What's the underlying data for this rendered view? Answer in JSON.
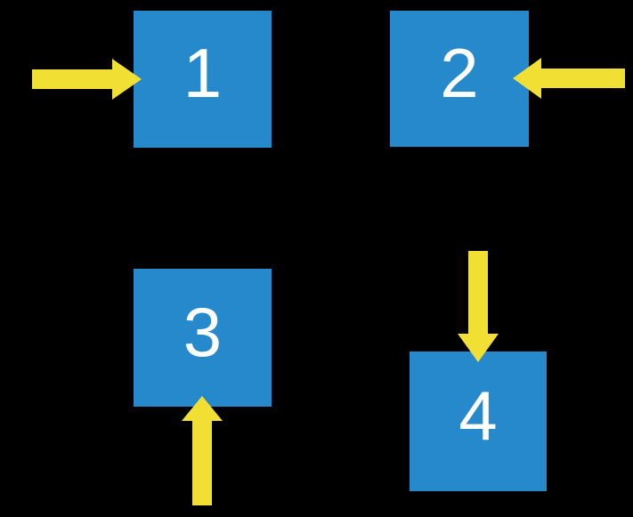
{
  "background": "#000000",
  "colors": {
    "box": "#2589CB",
    "arrow": "#F2DF33",
    "label": "#FFFFFF"
  },
  "boxes": [
    {
      "label": "1",
      "arrow": "points right into left side of box 1"
    },
    {
      "label": "2",
      "arrow": "points left into right side of box 2"
    },
    {
      "label": "3",
      "arrow": "points up into bottom side of box 3"
    },
    {
      "label": "4",
      "arrow": "points down into top side of box 4"
    }
  ]
}
